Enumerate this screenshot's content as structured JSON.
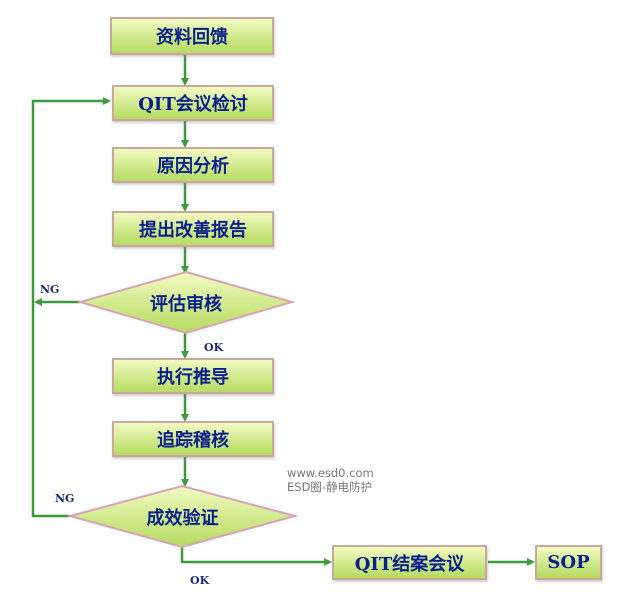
{
  "steps": {
    "feedback": "资料回馈",
    "qit_meeting": "QIT会议检讨",
    "cause_analysis": "原因分析",
    "improvement_report": "提出改善报告",
    "evaluation_review": "评估审核",
    "execute_promote": "执行推导",
    "track_audit": "追踪稽核",
    "effect_verify": "成效验证",
    "qit_closing": "QIT结案会议",
    "sop": "SOP"
  },
  "labels": {
    "ng1": "NG",
    "ok1": "OK",
    "ng2": "NG",
    "ok2": "OK"
  },
  "watermark": {
    "line1": "www.esd0.com",
    "line2": "ESD圈-静电防护"
  },
  "colors": {
    "arrow": "#3f9a3f",
    "text": "#0a1f8c",
    "border": "#c9a79b"
  }
}
